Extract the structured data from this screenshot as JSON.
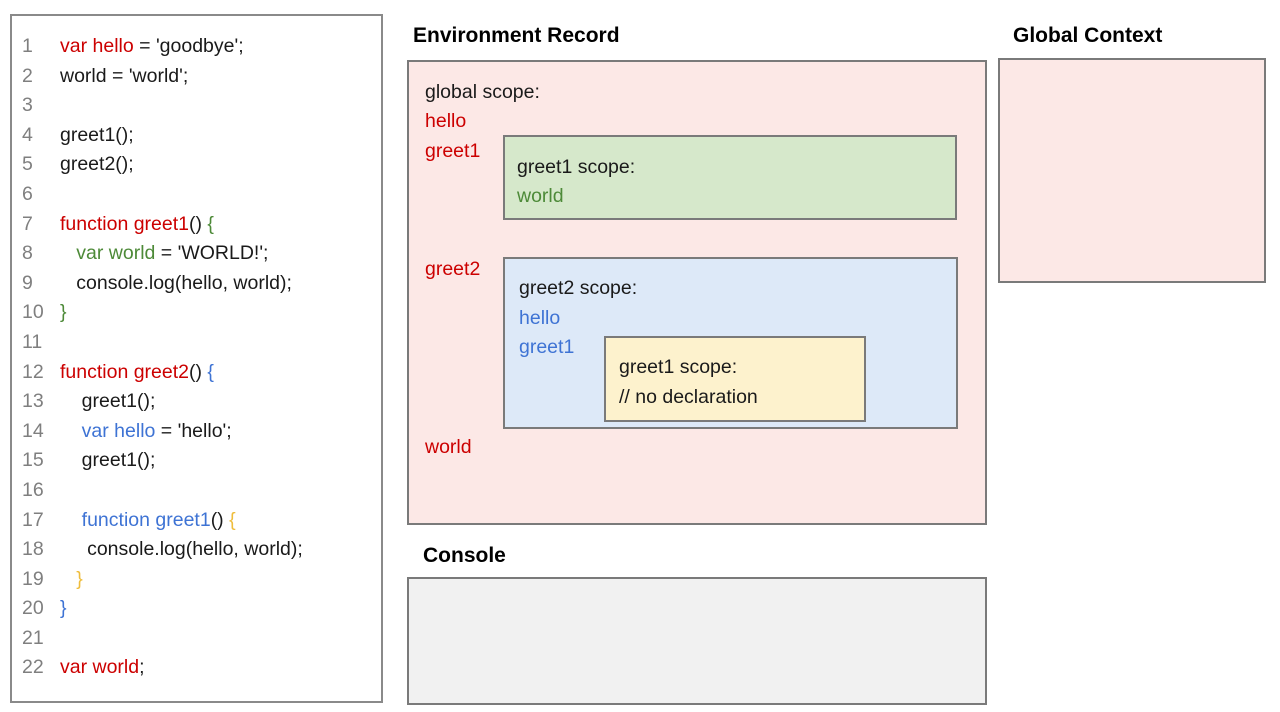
{
  "palette": {
    "red": "#cc0000",
    "green": "#4d8a38",
    "blue": "#3e73d4",
    "yellow": "#efbd3c",
    "black": "#1a1a1a",
    "gray_line_number": "#7f7f7f",
    "pink_bg": "#fce8e6",
    "green_bg": "#d6e8cb",
    "blue_bg": "#dde9f8",
    "yellow_bg": "#fdf2cd",
    "console_bg": "#f1f1f1",
    "border": "#7a7a7a"
  },
  "code_panel": {
    "lines": [
      {
        "n": "1",
        "tokens": [
          [
            "var hello",
            "red"
          ],
          [
            " = 'goodbye';",
            "black"
          ]
        ]
      },
      {
        "n": "2",
        "tokens": [
          [
            "world = 'world';",
            "black"
          ]
        ]
      },
      {
        "n": "3",
        "tokens": []
      },
      {
        "n": "4",
        "tokens": [
          [
            "greet1();",
            "black"
          ]
        ]
      },
      {
        "n": "5",
        "tokens": [
          [
            "greet2();",
            "black"
          ]
        ]
      },
      {
        "n": "6",
        "tokens": []
      },
      {
        "n": "7",
        "tokens": [
          [
            "function greet1",
            "red"
          ],
          [
            "() ",
            "black"
          ],
          [
            "{",
            "green"
          ]
        ]
      },
      {
        "n": "8",
        "tokens": [
          [
            "   ",
            "black"
          ],
          [
            "var world",
            "green"
          ],
          [
            " = 'WORLD!';",
            "black"
          ]
        ]
      },
      {
        "n": "9",
        "tokens": [
          [
            "   console.log(hello, world);",
            "black"
          ]
        ]
      },
      {
        "n": "10",
        "tokens": [
          [
            "}",
            "green"
          ]
        ]
      },
      {
        "n": "11",
        "tokens": []
      },
      {
        "n": "12",
        "tokens": [
          [
            "function greet2",
            "red"
          ],
          [
            "() ",
            "black"
          ],
          [
            "{",
            "blue"
          ]
        ]
      },
      {
        "n": "13",
        "tokens": [
          [
            "    greet1();",
            "black"
          ]
        ]
      },
      {
        "n": "14",
        "tokens": [
          [
            "    ",
            "black"
          ],
          [
            "var hello",
            "blue"
          ],
          [
            " = 'hello';",
            "black"
          ]
        ]
      },
      {
        "n": "15",
        "tokens": [
          [
            "    greet1();",
            "black"
          ]
        ]
      },
      {
        "n": "16",
        "tokens": []
      },
      {
        "n": "17",
        "tokens": [
          [
            "    ",
            "black"
          ],
          [
            "function greet1",
            "blue"
          ],
          [
            "() ",
            "black"
          ],
          [
            "{",
            "yellow"
          ]
        ]
      },
      {
        "n": "18",
        "tokens": [
          [
            "     console.log(hello, world);",
            "black"
          ]
        ]
      },
      {
        "n": "19",
        "tokens": [
          [
            "   ",
            "black"
          ],
          [
            "}",
            "yellow"
          ]
        ]
      },
      {
        "n": "20",
        "tokens": [
          [
            "}",
            "blue"
          ]
        ]
      },
      {
        "n": "21",
        "tokens": []
      },
      {
        "n": "22",
        "tokens": [
          [
            "var world",
            "red"
          ],
          [
            ";",
            "black"
          ]
        ]
      }
    ]
  },
  "environment_record": {
    "title": "Environment Record",
    "global_label": "global scope:",
    "var_hello": "hello",
    "var_greet1": "greet1",
    "var_greet2": "greet2",
    "var_world": "world",
    "greet1_scope": {
      "label": "greet1 scope:",
      "var_world": "world"
    },
    "greet2_scope": {
      "label": "greet2 scope:",
      "var_hello": "hello",
      "var_greet1": "greet1",
      "greet1_scope": {
        "label": "greet1 scope:",
        "comment": "// no declaration"
      }
    }
  },
  "global_context": {
    "title": "Global Context"
  },
  "console_panel": {
    "title": "Console"
  }
}
